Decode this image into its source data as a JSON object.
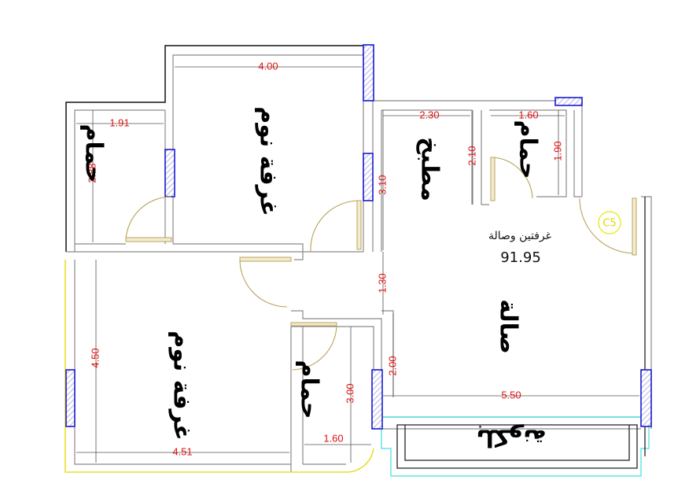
{
  "rooms": {
    "bedroom_top": "غرفة نوم",
    "bedroom_bottom": "غرفة نوم",
    "bath_topleft": "حمام",
    "bath_top": "حمام",
    "bath_bottom": "حمام",
    "kitchen": "مطبخ",
    "living": "صالة",
    "balcony": "بلكونة"
  },
  "summary": {
    "title": "غرفتين وصالة",
    "area": "91.95"
  },
  "marker": "C5",
  "dimensions": {
    "bedroom_top_width": "4.00",
    "bath_topleft_width": "1.91",
    "bath_topleft_height": "2.88",
    "kitchen_width": "2.30",
    "kitchen_height": "2.10",
    "kitchen_side": "3.10",
    "bath_top_width": "1.60",
    "bath_top_height": "1.90",
    "corridor": "1.30",
    "bedroom_bottom_height": "4.50",
    "bedroom_bottom_width": "4.51",
    "bath_bottom_height": "3.00",
    "bath_bottom_width": "1.60",
    "living_side": "2.00",
    "living_width": "5.50"
  },
  "colors": {
    "dimension": "#e01010",
    "window": "#1a1ad0",
    "door": "#b8a35a",
    "marker": "#e8e800"
  }
}
